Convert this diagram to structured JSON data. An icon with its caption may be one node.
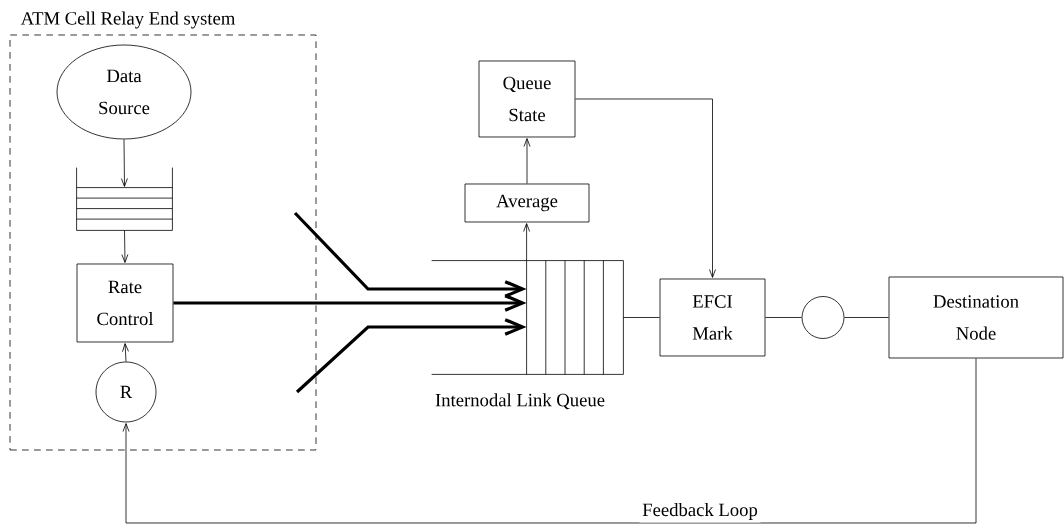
{
  "diagram": {
    "nodes": [
      {
        "text": [
          "ATM Cell Relay End system"
        ]
      },
      {
        "text": [
          "Data Source"
        ],
        "in": 0
      },
      {
        "text": [],
        "shape": "queue",
        "in": 0
      },
      {
        "text": [
          "Rate Control"
        ],
        "in": 0
      },
      {
        "text": [
          "R"
        ],
        "in": 0
      },
      {
        "text": [
          "Queue State"
        ]
      },
      {
        "text": [
          "Average"
        ]
      },
      {
        "text": [
          "Internodal Link Queue"
        ]
      },
      {
        "text": [
          "EFCI Mark"
        ]
      },
      {
        "text": [],
        "shape": "circle"
      },
      {
        "text": [
          "Destination Node"
        ]
      }
    ],
    "edges": [
      {
        "from": 1,
        "to": 2,
        "arrow": "to"
      },
      {
        "from": 2,
        "to": 3,
        "arrow": "to"
      },
      {
        "from": 4,
        "to": 3,
        "arrow": "to"
      },
      {
        "from": 3,
        "to": 7,
        "arrow": "to",
        "style": "thick"
      },
      {
        "from": null,
        "to": 7,
        "arrow": "to",
        "style": "thick"
      },
      {
        "from": null,
        "to": 7,
        "arrow": "to",
        "style": "thick"
      },
      {
        "from": 7,
        "to": 6,
        "arrow": "to"
      },
      {
        "from": 6,
        "to": 5,
        "arrow": "to"
      },
      {
        "from": 5,
        "to": 8,
        "arrow": "to"
      },
      {
        "from": 7,
        "to": 8,
        "arrow": "none"
      },
      {
        "from": 8,
        "to": 9,
        "arrow": "none"
      },
      {
        "from": 9,
        "to": 10,
        "arrow": "none"
      },
      {
        "from": 10,
        "to": 4,
        "arrow": "to",
        "label": "Feedback Loop"
      }
    ]
  }
}
